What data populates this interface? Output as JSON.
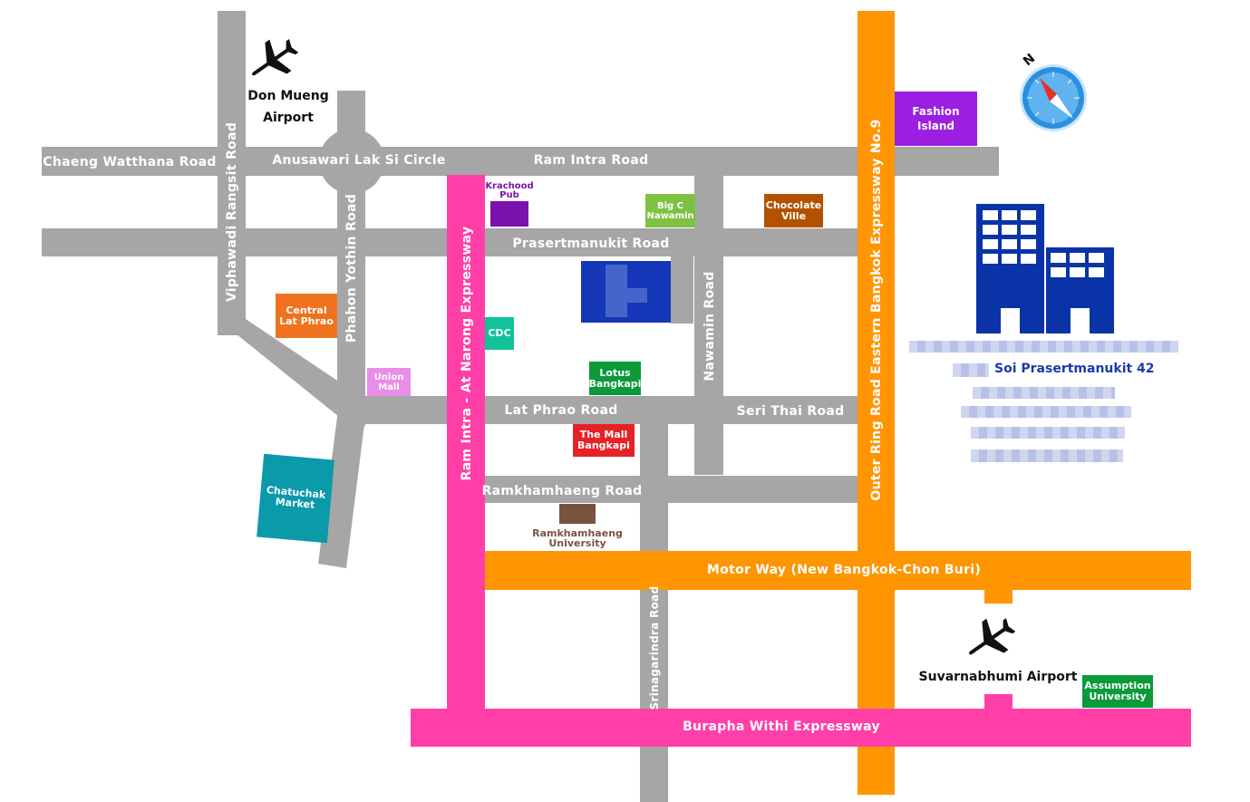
{
  "colors": {
    "road": "#a6a6a6",
    "expressway_pink": "#ff3fa7",
    "expressway_orange": "#ff9500",
    "building": "#0a33a8",
    "compass": "#2b8fe0"
  },
  "roads": {
    "chaeng_watthana": "Chaeng Watthana Road",
    "anusawari": "Anusawari Lak Si Circle",
    "ram_intra": "Ram Intra Road",
    "prasertmanukit": "Prasertmanukit Road",
    "viphawadi": "Viphawadi Rangsit Road",
    "phahon_yothin": "Phahon Yothin Road",
    "ram_intra_expressway": "Ram Intra - At Narong Expressway",
    "nawamin": "Nawamin Road",
    "outer_ring": "Outer Ring Road Eastern Bangkok Expressway No.9",
    "lat_phrao": "Lat Phrao Road",
    "seri_thai": "Seri Thai Road",
    "ramkhamhaeng": "Ramkhamhaeng Road",
    "motorway": "Motor Way (New Bangkok-Chon Buri)",
    "srinagarindra": "Srinagarindra Road",
    "burapha": "Burapha Withi Expressway"
  },
  "airports": {
    "don_mueang": "Don Mueng\nAirport",
    "suvarnabhumi": "Suvarnabhumi Airport"
  },
  "places": {
    "fashion_island": {
      "label": "Fashion\nIsland",
      "color": "#9a1fe0"
    },
    "krachood_pub": {
      "label": "Krachood\nPub",
      "color": "#7b12b0"
    },
    "big_c": {
      "label": "Big C\nNawamin",
      "color": "#7dc242"
    },
    "chocolate_ville": {
      "label": "Chocolate\nVille",
      "color": "#b25200"
    },
    "central": {
      "label": "Central\nLat Phrao",
      "color": "#f0721e"
    },
    "cdc": {
      "label": "CDC",
      "color": "#12c29a"
    },
    "union_mall": {
      "label": "Union\nMall",
      "color": "#e88ee8"
    },
    "lotus": {
      "label": "Lotus\nBangkapi",
      "color": "#0a9a3a"
    },
    "the_mall": {
      "label": "The Mall\nBangkapi",
      "color": "#e52226"
    },
    "chatuchak": {
      "label": "Chatuchak\nMarket",
      "color": "#0a9aaa"
    },
    "ramkhamhaeng_uni": {
      "label": "Ramkhamhaeng\nUniversity",
      "color": "#7a5240"
    },
    "assumption": {
      "label": "Assumption\nUniversity",
      "color": "#0a9a3a"
    }
  },
  "compass": {
    "north_label": "N"
  },
  "address": {
    "soi": "Soi Prasertmanukit 42"
  }
}
